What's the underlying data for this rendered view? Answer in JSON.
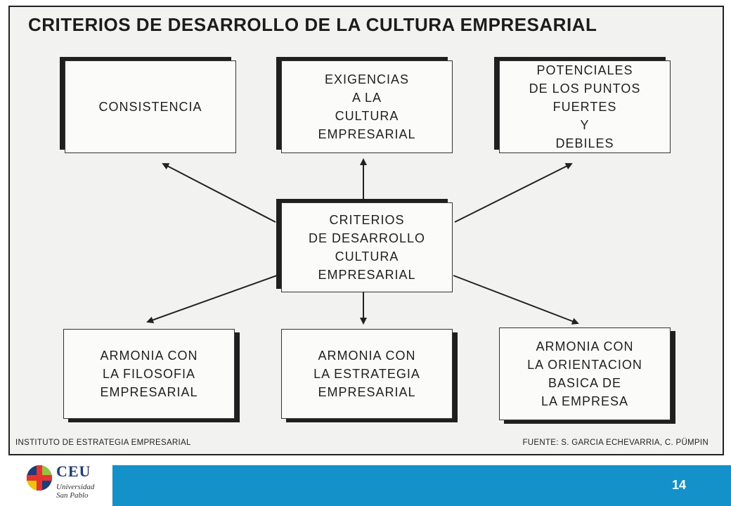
{
  "title": "CRITERIOS DE DESARROLLO DE LA CULTURA EMPRESARIAL",
  "boxes": {
    "consistencia": [
      "CONSISTENCIA"
    ],
    "exigencias": [
      "EXIGENCIAS",
      "A LA",
      "CULTURA",
      "EMPRESARIAL"
    ],
    "potenciales": [
      "POTENCIALES",
      "DE LOS PUNTOS",
      "FUERTES",
      "Y",
      "DEBILES"
    ],
    "center": [
      "CRITERIOS",
      "DE DESARROLLO",
      "CULTURA",
      "EMPRESARIAL"
    ],
    "filosofia": [
      "ARMONIA CON",
      "LA FILOSOFIA",
      "EMPRESARIAL"
    ],
    "estrategia": [
      "ARMONIA CON",
      "LA ESTRATEGIA",
      "EMPRESARIAL"
    ],
    "orientacion": [
      "ARMONIA CON",
      "LA ORIENTACION",
      "BASICA DE",
      "LA EMPRESA"
    ]
  },
  "footer": {
    "left": "INSTITUTO DE ESTRATEGIA EMPRESARIAL",
    "right": "FUENTE: S. GARCIA ECHEVARRIA, C. PÜMPIN"
  },
  "logo": {
    "name": "CEU",
    "line1": "Universidad",
    "line2": "San Pablo"
  },
  "page_number": "14",
  "colors": {
    "bar": "#1591c9",
    "logo_text": "#1a3d7c"
  }
}
